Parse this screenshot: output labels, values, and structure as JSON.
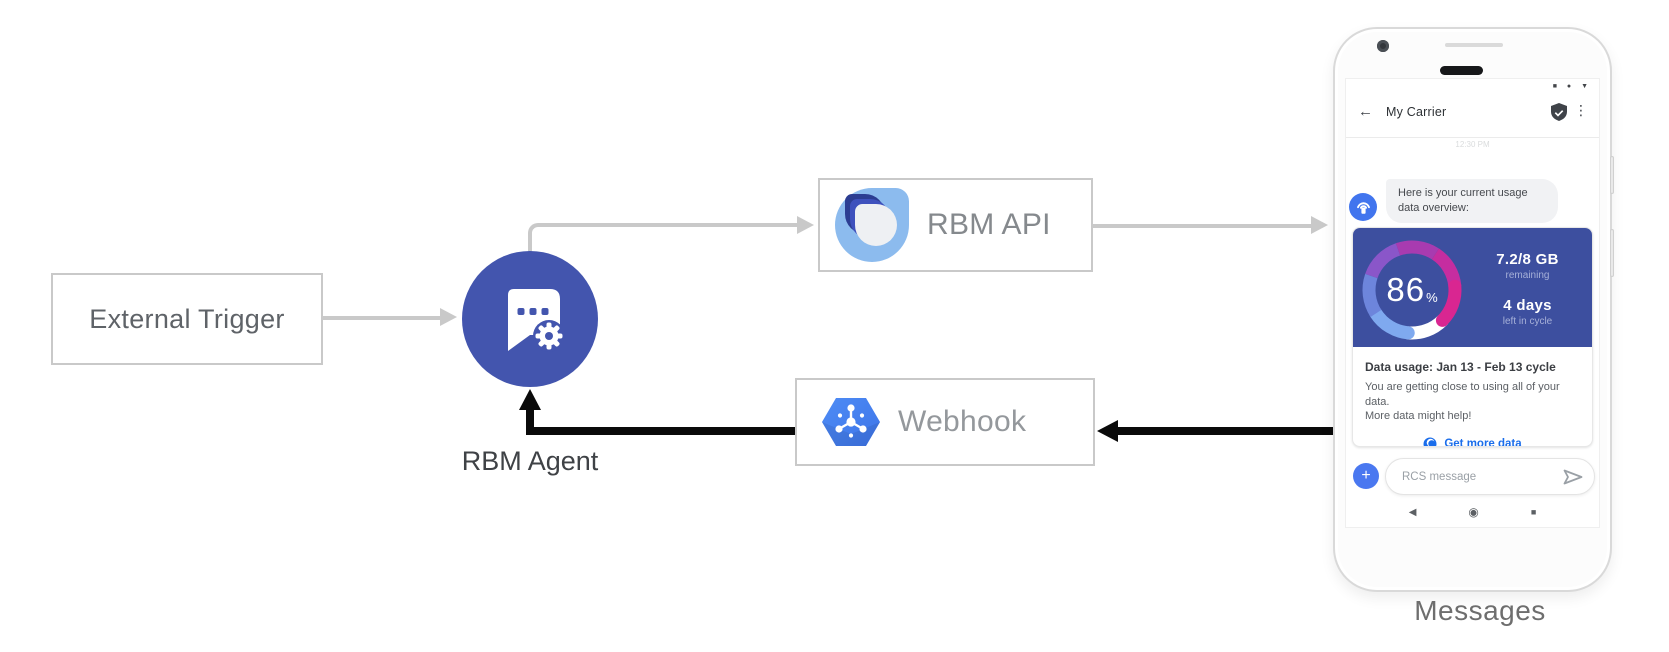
{
  "diagram": {
    "external_trigger_label": "External Trigger",
    "rbm_agent_label": "RBM Agent",
    "rbm_api_label": "RBM API",
    "webhook_label": "Webhook",
    "messages_caption": "Messages"
  },
  "phone": {
    "status_icons": "■ ● ▼",
    "header": {
      "back_glyph": "←",
      "title": "My Carrier",
      "kebab_glyph": "⋮",
      "timestamp": "12:30 PM"
    },
    "chat": {
      "bubble_line1": "Here is your current usage",
      "bubble_line2": "data overview:"
    },
    "usage_card": {
      "percent": "86",
      "percent_sign": "%",
      "remaining_value": "7.2/8 GB",
      "remaining_label": "remaining",
      "days_value": "4 days",
      "days_label": "left in cycle",
      "title": "Data usage: Jan 13 - Feb 13 cycle",
      "body_line1": "You are getting close to using all of your data.",
      "body_line2": "More data might help!",
      "cta_label": "Get more data"
    },
    "composer": {
      "plus_glyph": "+",
      "placeholder": "RCS message"
    },
    "navbar": {
      "back_glyph": "◀",
      "home_glyph": "◉",
      "recents_glyph": "■"
    }
  },
  "colors": {
    "agent_circle_blue": "#4355ae",
    "usage_card_blue": "#3d4f9f",
    "google_blue": "#4285f4",
    "link_blue": "#1a6deb",
    "avatar_blue": "#4175ee",
    "gray_connector": "#c9c9c9",
    "black_connector": "#0a0a0a",
    "gauge_gradient_start": "#7fa9ef",
    "gauge_gradient_end": "#d92691"
  }
}
